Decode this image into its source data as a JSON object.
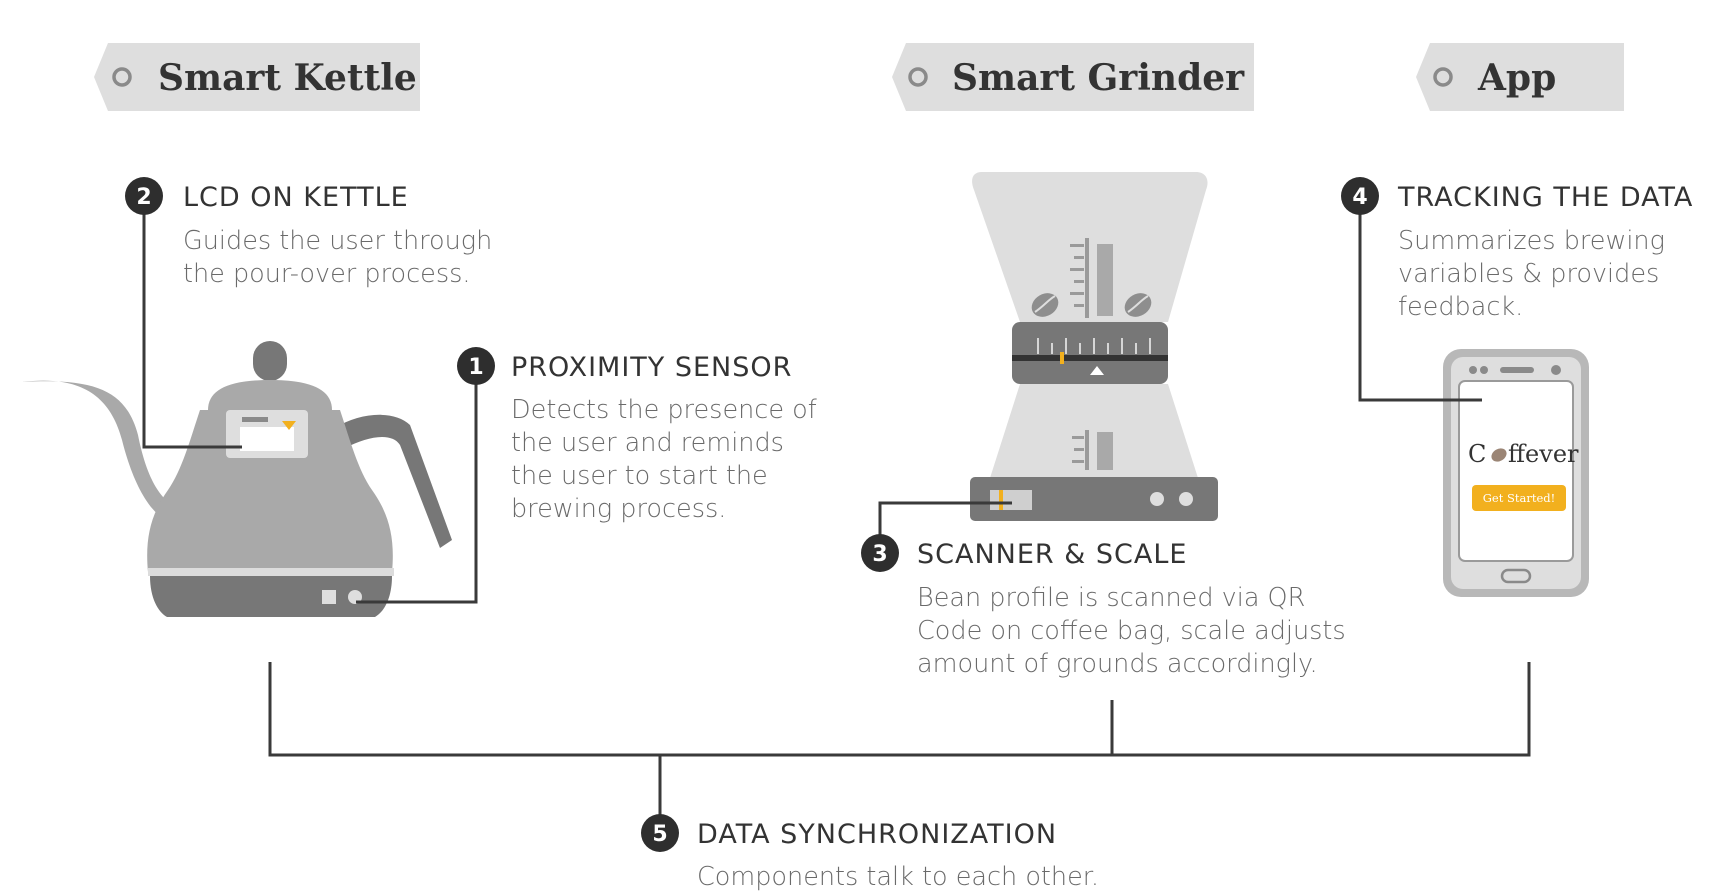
{
  "tags": {
    "kettle": "Smart Kettle",
    "grinder": "Smart Grinder",
    "app": "App"
  },
  "steps": [
    {
      "number": "1",
      "title": "PROXIMITY SENSOR",
      "lines": [
        "Detects the presence of",
        "the user and reminds",
        "the user to start the",
        "brewing process."
      ]
    },
    {
      "number": "2",
      "title": "LCD ON KETTLE",
      "lines": [
        "Guides the user through",
        "the pour-over process."
      ]
    },
    {
      "number": "3",
      "title": "SCANNER & SCALE",
      "lines": [
        "Bean profile is scanned via QR",
        "Code on coffee bag, scale adjusts",
        "amount of grounds accordingly."
      ]
    },
    {
      "number": "4",
      "title": "TRACKING THE DATA",
      "lines": [
        "Summarizes brewing",
        "variables & provides",
        "feedback."
      ]
    },
    {
      "number": "5",
      "title": "DATA SYNCHRONIZATION",
      "lines": [
        "Components talk to each other."
      ]
    }
  ],
  "app_screen": {
    "brand_before": "C",
    "brand_after": "ffever",
    "button_label": "Get Started!"
  },
  "icons": [
    "tag-hole-icon",
    "kettle-illustration",
    "grinder-illustration",
    "phone-illustration",
    "coffee-bean-icon"
  ],
  "colors": {
    "tag_bg": "#dedede",
    "badge": "#2e2e2e",
    "connector": "#3a3a3a",
    "device_gray": "#a9a9a9",
    "device_dark": "#777777",
    "accent": "#f2b01e"
  }
}
